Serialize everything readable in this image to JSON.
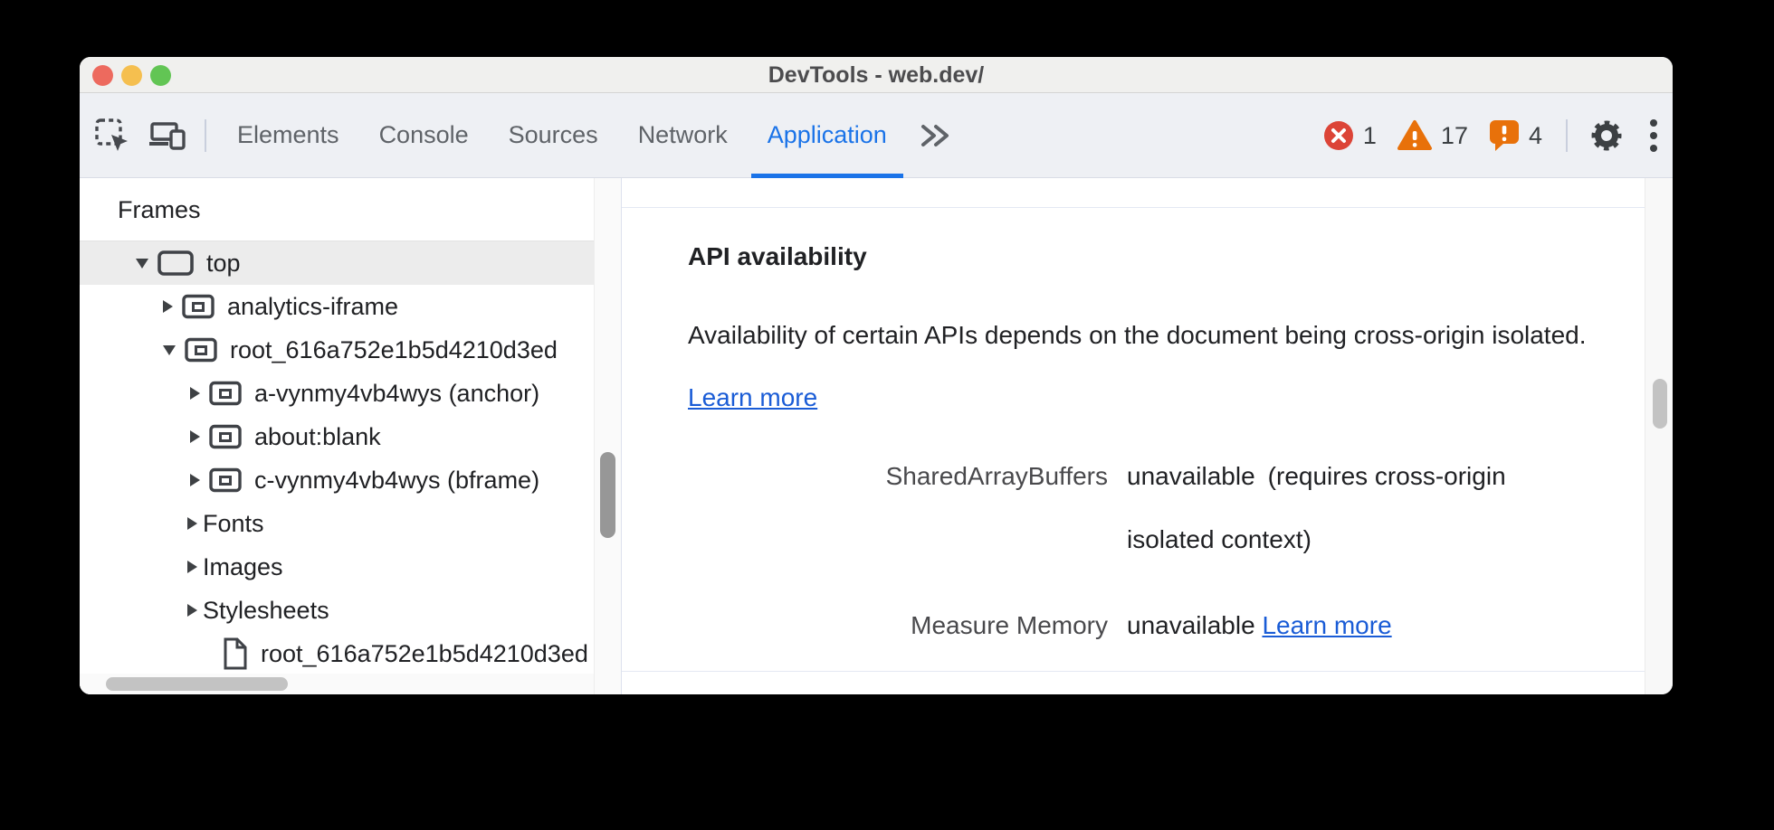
{
  "window": {
    "title": "DevTools - web.dev/"
  },
  "toolbar": {
    "tabs": [
      {
        "label": "Elements",
        "active": false
      },
      {
        "label": "Console",
        "active": false
      },
      {
        "label": "Sources",
        "active": false
      },
      {
        "label": "Network",
        "active": false
      },
      {
        "label": "Application",
        "active": true
      }
    ],
    "more_tabs_icon": "double-chevron-right",
    "badges": {
      "errors": "1",
      "warnings": "17",
      "issues": "4"
    },
    "icons": [
      "inspect-icon",
      "device-toolbar-icon",
      "error-icon",
      "warning-icon",
      "issues-icon",
      "gear-icon",
      "kebab-menu-icon"
    ]
  },
  "sidebar": {
    "header": "Frames",
    "tree": [
      {
        "label": "top",
        "type": "frame",
        "expanded": true,
        "selected": true
      },
      {
        "label": "analytics-iframe",
        "type": "iframe",
        "expanded": false
      },
      {
        "label": "root_616a752e1b5d4210d3ed",
        "type": "iframe",
        "expanded": true
      },
      {
        "label": "a-vynmy4vb4wys (anchor)",
        "type": "iframe",
        "expanded": false
      },
      {
        "label": "about:blank",
        "type": "iframe",
        "expanded": false
      },
      {
        "label": "c-vynmy4vb4wys (bframe)",
        "type": "iframe",
        "expanded": false
      },
      {
        "label": "Fonts",
        "type": "resource-group",
        "expanded": false
      },
      {
        "label": "Images",
        "type": "resource-group",
        "expanded": false
      },
      {
        "label": "Stylesheets",
        "type": "resource-group",
        "expanded": false
      },
      {
        "label": "root_616a752e1b5d4210d3ed",
        "type": "document",
        "clipped": true
      }
    ]
  },
  "content": {
    "heading": "API availability",
    "description": "Availability of certain APIs depends on the document being cross-origin isolated.",
    "description_link": "Learn more",
    "rows": [
      {
        "label": "SharedArrayBuffers",
        "value": "unavailable",
        "detail": "(requires cross-origin isolated context)"
      },
      {
        "label": "Measure Memory",
        "value": "unavailable",
        "link": "Learn more"
      }
    ]
  },
  "colors": {
    "accent_blue": "#1a73e8",
    "link_blue": "#1a5cd6",
    "error_red": "#dc4437",
    "warning_orange": "#e8710a",
    "toolbar_bg": "#eef0f4",
    "selected_row_bg": "#ececec"
  }
}
